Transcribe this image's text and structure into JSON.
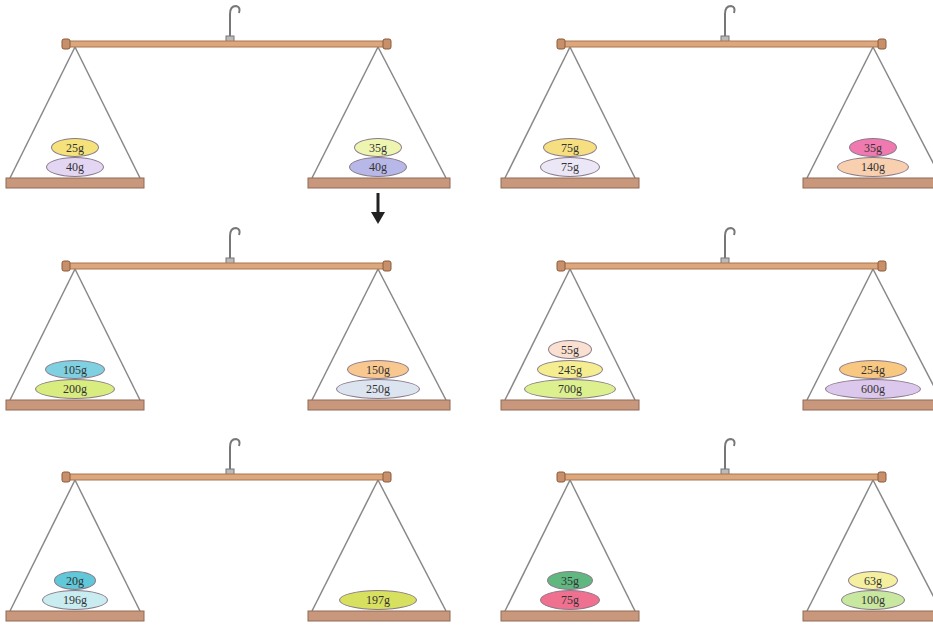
{
  "diagram": {
    "nodes": [
      {
        "text": [
          "25g"
        ]
      },
      {
        "text": [
          "40g"
        ]
      },
      {
        "text": [
          "35g"
        ]
      },
      {
        "text": [
          "40g"
        ]
      },
      {
        "text": [
          "75g"
        ]
      },
      {
        "text": [
          "75g"
        ]
      },
      {
        "text": [
          "35g"
        ]
      },
      {
        "text": [
          "140g"
        ]
      },
      {
        "text": [
          "105g"
        ]
      },
      {
        "text": [
          "200g"
        ]
      },
      {
        "text": [
          "150g"
        ]
      },
      {
        "text": [
          "250g"
        ]
      },
      {
        "text": [
          "55g"
        ]
      },
      {
        "text": [
          "245g"
        ]
      },
      {
        "text": [
          "700g"
        ]
      },
      {
        "text": [
          "254g"
        ]
      },
      {
        "text": [
          "600g"
        ]
      },
      {
        "text": [
          "20g"
        ]
      },
      {
        "text": [
          "196g"
        ]
      },
      {
        "text": [
          "197g"
        ]
      },
      {
        "text": [
          "35g"
        ]
      },
      {
        "text": [
          "75g"
        ]
      },
      {
        "text": [
          "63g"
        ]
      },
      {
        "text": [
          "100g"
        ]
      }
    ]
  }
}
